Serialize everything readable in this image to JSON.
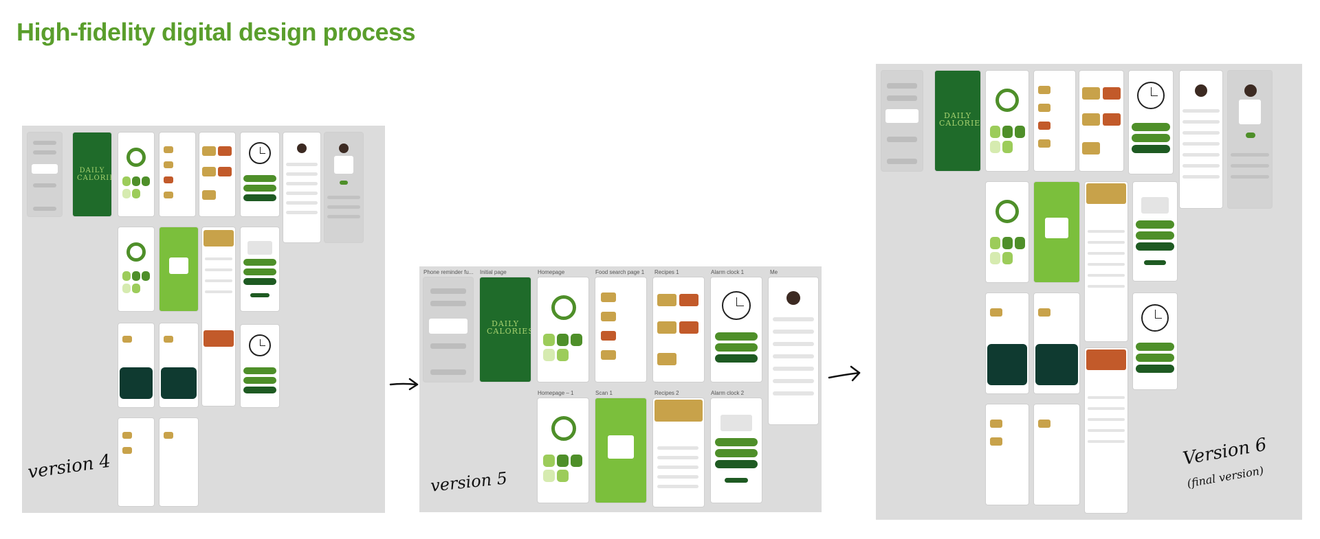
{
  "page": {
    "title": "High-fidelity digital design process"
  },
  "version4": {
    "note": "version 4"
  },
  "version5": {
    "note": "version 5",
    "labels": {
      "phone_reminder": "Phone reminder fu...",
      "initial_page": "Initial page",
      "homepage": "Homepage",
      "food_search": "Food search page 1",
      "recipes1": "Recipes 1",
      "alarm1": "Alarm clock 1",
      "me": "Me",
      "homepage1": "Homepage – 1",
      "scan1": "Scan 1",
      "recipes2": "Recipes 2",
      "alarm2": "Alarm clock 2"
    }
  },
  "version6": {
    "note": "Version 6",
    "note_sub": "(final version)"
  },
  "icons": {
    "arrow": "arrow-right-icon"
  },
  "colors": {
    "title_green": "#5a9e2c",
    "brand_green": "#4e8f29",
    "dark_green": "#1e5a22",
    "board_gray": "#dcdcdc"
  }
}
